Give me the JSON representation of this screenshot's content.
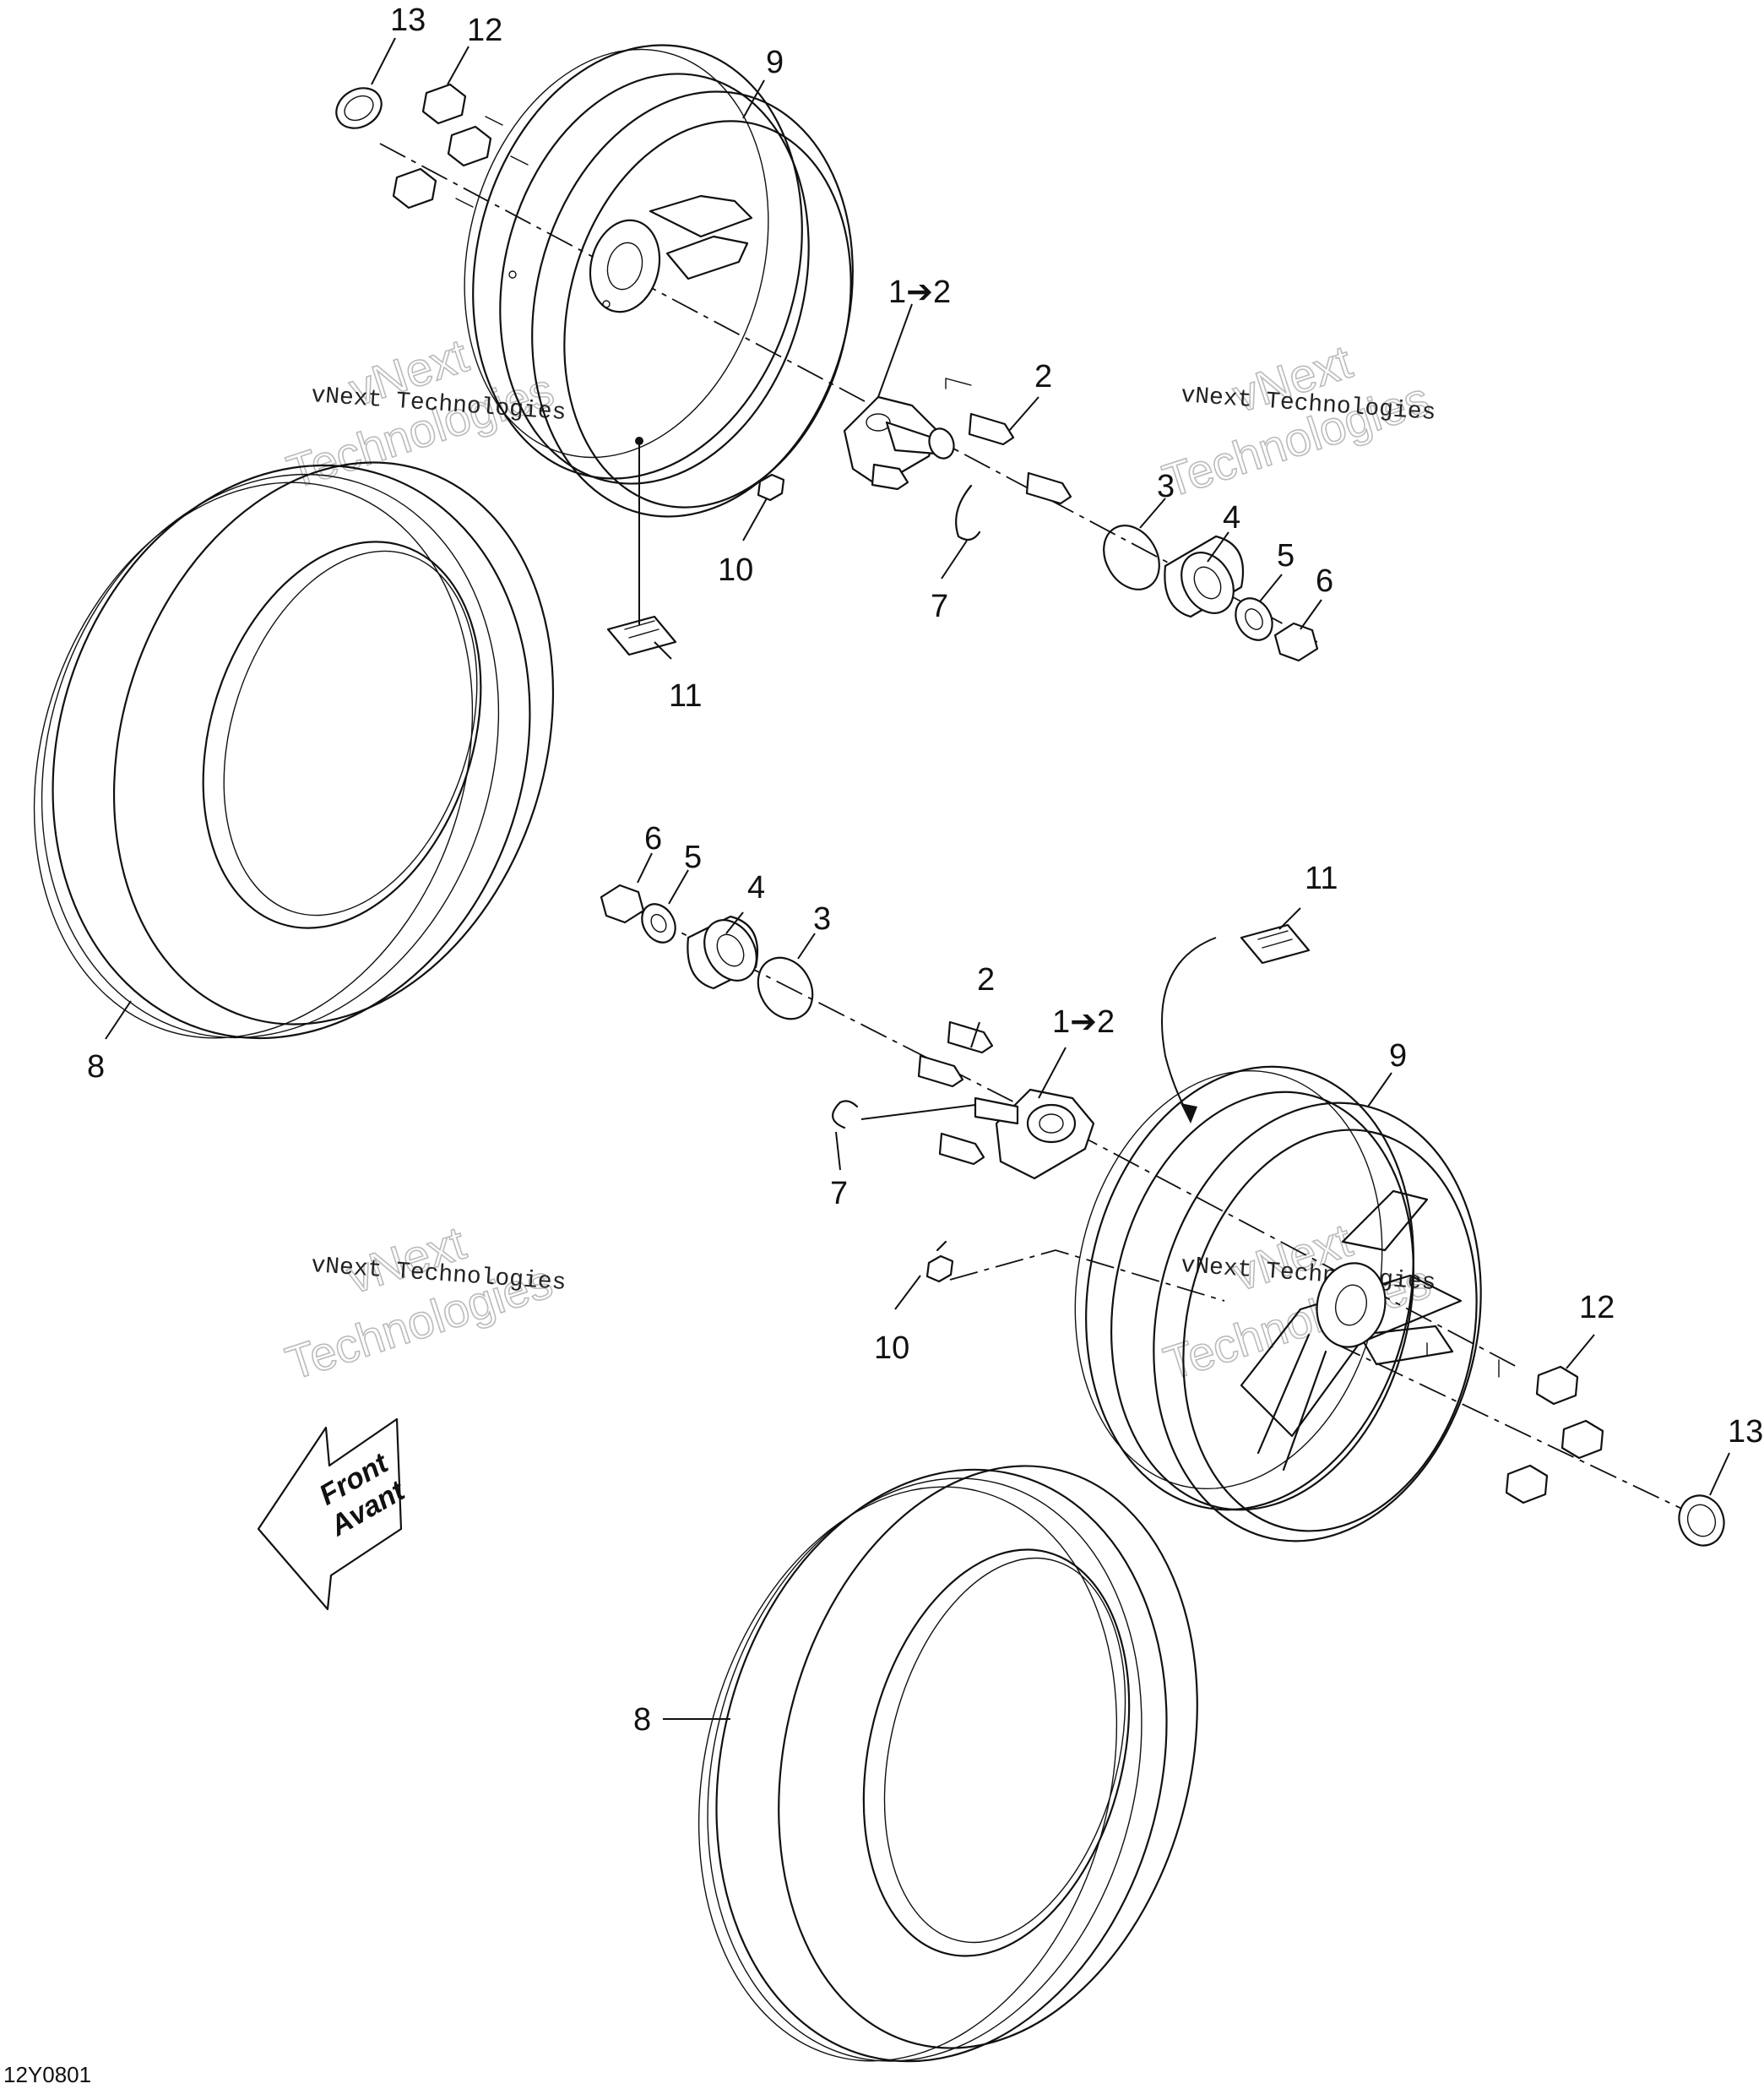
{
  "callouts": {
    "top_13": "13",
    "top_12": "12",
    "top_9": "9",
    "top_1to2": "1➔2",
    "top_2": "2",
    "top_3": "3",
    "top_4": "4",
    "top_5": "5",
    "top_6": "6",
    "top_7": "7",
    "top_10": "10",
    "top_11": "11",
    "left_8": "8",
    "mid_6": "6",
    "mid_5": "5",
    "mid_4": "4",
    "mid_3": "3",
    "mid_11": "11",
    "mid_2": "2",
    "mid_1to2": "1➔2",
    "mid_9": "9",
    "mid_7": "7",
    "mid_10": "10",
    "mid_12": "12",
    "mid_13": "13",
    "bottom_8": "8"
  },
  "watermark": {
    "company_line": "vNext Technologies",
    "big_line1": "vNext",
    "big_line2": "Technologies"
  },
  "front_arrow": {
    "line1": "Front",
    "line2": "Avant"
  },
  "document_id": "12Y0801"
}
